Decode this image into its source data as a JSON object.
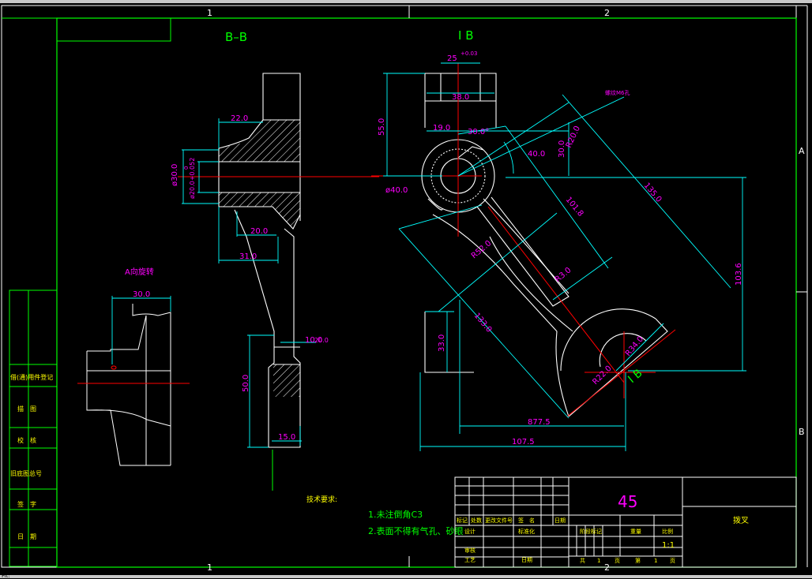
{
  "app": {
    "command_line": "Fit:"
  },
  "frame": {
    "zone_numbers": [
      "1",
      "2"
    ],
    "zone_letters": [
      "A",
      "B"
    ]
  },
  "views": {
    "section_bb": {
      "label": "B–B"
    },
    "view_ib": {
      "label": "I B"
    },
    "view_a": {
      "label": "A向旋转"
    },
    "section_mark": "I B"
  },
  "dimensions": {
    "d22": "22.0",
    "d20": "20.0",
    "d31": "31.0",
    "d30": "ø30.0",
    "d20h": "ø20.0+0.052",
    "d0": "0",
    "d10": "10.0",
    "d20b": "20.0",
    "d50": "50.0",
    "d15": "15.0",
    "a30": "30.0",
    "d25": "25",
    "d25tol": "+0.03",
    "d38": "38.0",
    "d55": "55.0",
    "d19": "19.0",
    "ang30": "30.0°",
    "ang40": "40.0",
    "d30b": "30.0",
    "r20": "R20.0",
    "phi40": "ø40.0",
    "d101": "101.8",
    "d135": "135.0",
    "d103": "103.6",
    "r52": "R52.0",
    "r3": "R3.0",
    "d133": "133.0",
    "d33": "33.0",
    "r34": "R34.0",
    "r22": "R22.0",
    "d87": "877.5",
    "d107": "107.5",
    "hole": "螺纹M6孔"
  },
  "notes": {
    "heading": "技术要求:",
    "items": [
      "1.未注倒角C3",
      "2.表面不得有气孔、砂眼"
    ]
  },
  "left_strip": [
    "借(通)用件登记",
    "描　图",
    "校　核",
    "旧底图总号",
    "签　字",
    "日　期"
  ],
  "title_block": {
    "material": "45",
    "part_name": "拨叉",
    "scale": "1:1",
    "rev_headers": [
      "标记",
      "处数",
      "更改文件号",
      "签　名",
      "日期"
    ],
    "headers": [
      "阶段标记",
      "重量",
      "比例"
    ],
    "design": "设计",
    "standard": "标准化",
    "check": "审核",
    "process": "工艺",
    "approve": "日期",
    "sheets": [
      "共",
      "1",
      "页",
      "第",
      "1",
      "页"
    ]
  },
  "colors": {
    "frame": "#00ff00",
    "outline": "#ffffff",
    "dimension": "#00ffff",
    "dim_text": "#ff00ff",
    "centerline": "#ff0000",
    "note": "#ffff00"
  }
}
